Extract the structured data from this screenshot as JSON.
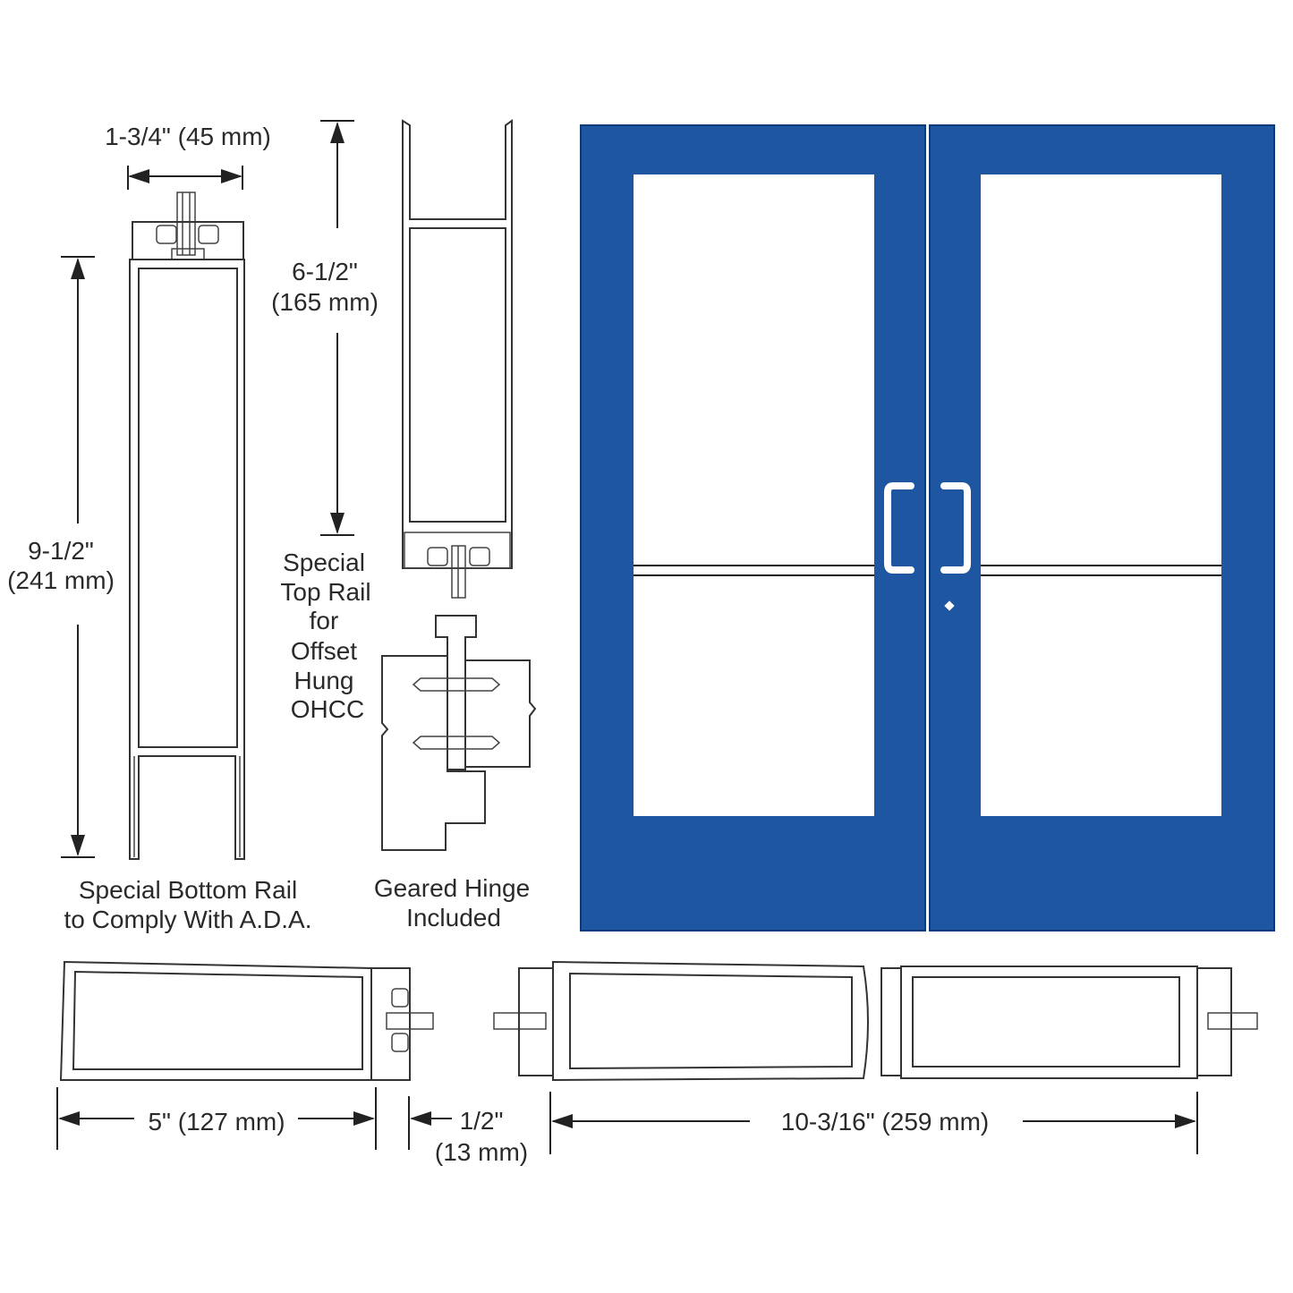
{
  "colors": {
    "door_blue": "#1f56a1",
    "glass": "#ffffff",
    "line": "#333333"
  },
  "dimensions": {
    "stile_depth": "1-3/4\" (45 mm)",
    "bottom_rail_height_in": "9-1/2\"",
    "bottom_rail_height_mm": "(241 mm)",
    "top_rail_height_in": "6-1/2\"",
    "top_rail_height_mm": "(165 mm)",
    "stile_width": "5\" (127 mm)",
    "gap_in": "1/2\"",
    "gap_mm": "(13 mm)",
    "pair_stile_width": "10-3/16\" (259 mm)"
  },
  "captions": {
    "top_rail": [
      "Special",
      "Top Rail",
      "for",
      "Offset",
      "Hung",
      "OHCC"
    ],
    "bottom_rail": [
      "Special Bottom Rail",
      "to Comply With A.D.A."
    ],
    "hinge": [
      "Geared Hinge",
      "Included"
    ]
  }
}
